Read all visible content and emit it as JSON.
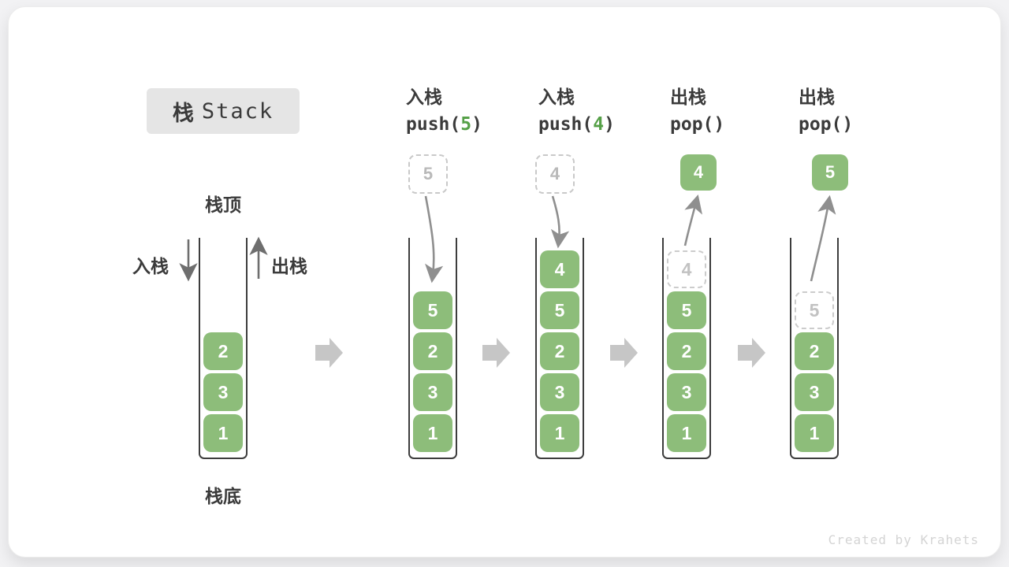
{
  "page": {
    "title_cjk": "栈",
    "title_latin": "Stack",
    "watermark": "Created by Krahets"
  },
  "colors": {
    "element_green": "#8dbd7a",
    "code_arg_green": "#55a047",
    "ghost_gray": "#c9c9c9",
    "block_arrow_gray": "#c6c6c6",
    "flow_arrow_gray": "#8f8f8f",
    "title_box_bg": "#e5e5e5",
    "text_dark": "#3b3b3b"
  },
  "legend": {
    "stack_top": "栈顶",
    "stack_bottom": "栈底",
    "push_label": "入栈",
    "pop_label": "出栈"
  },
  "columns": [
    {
      "stack": [
        "2",
        "3",
        "1"
      ]
    },
    {
      "op": "入栈",
      "code_prefix": "push(",
      "code_arg": "5",
      "code_suffix": ")",
      "top_box": "5",
      "top_box_style": "dashed",
      "stack": [
        "5",
        "2",
        "3",
        "1"
      ]
    },
    {
      "op": "入栈",
      "code_prefix": "push(",
      "code_arg": "4",
      "code_suffix": ")",
      "top_box": "4",
      "top_box_style": "dashed",
      "stack": [
        "4",
        "5",
        "2",
        "3",
        "1"
      ]
    },
    {
      "op": "出栈",
      "code_prefix": "pop(",
      "code_arg": "",
      "code_suffix": ")",
      "top_box": "4",
      "top_box_style": "solid",
      "ghost": "4",
      "stack": [
        "5",
        "2",
        "3",
        "1"
      ]
    },
    {
      "op": "出栈",
      "code_prefix": "pop(",
      "code_arg": "",
      "code_suffix": ")",
      "top_box": "5",
      "top_box_style": "solid",
      "ghost": "5",
      "stack": [
        "2",
        "3",
        "1"
      ]
    }
  ]
}
